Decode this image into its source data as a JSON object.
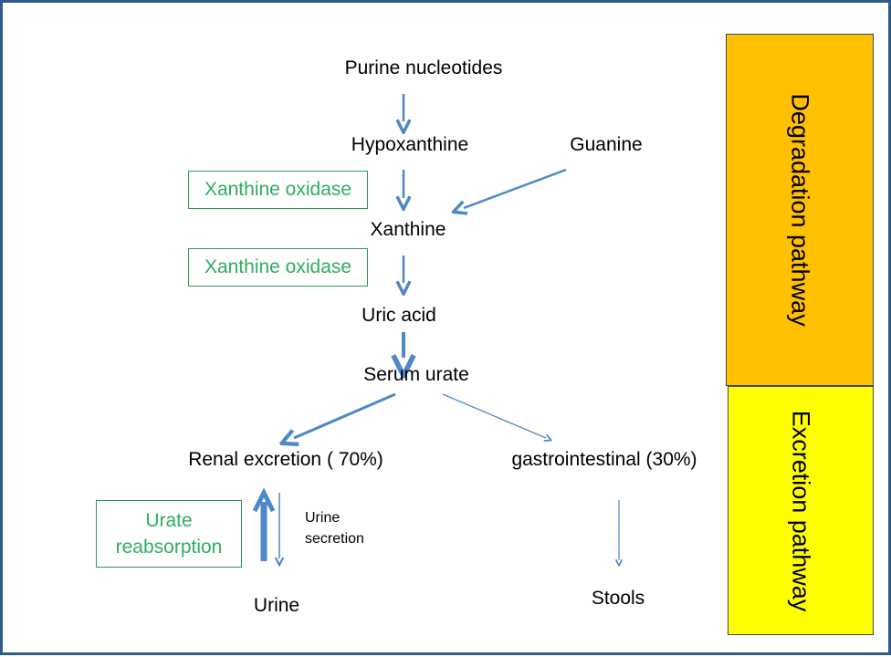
{
  "nodes": {
    "purine_nucleotides": "Purine nucleotides",
    "hypoxanthine": "Hypoxanthine",
    "guanine": "Guanine",
    "xanthine": "Xanthine",
    "uric_acid": "Uric acid",
    "serum_urate": "Serum urate",
    "renal_excretion": "Renal excretion ( 70%)",
    "gastrointestinal": "gastrointestinal  (30%)",
    "urine": "Urine",
    "stools": "Stools"
  },
  "enzymes": {
    "xanthine_oxidase_1": "Xanthine oxidase",
    "xanthine_oxidase_2": "Xanthine oxidase",
    "urate_reabsorption_line1": "Urate",
    "urate_reabsorption_line2": "reabsorption"
  },
  "annotations": {
    "urine_secretion_line1": "Urine",
    "urine_secretion_line2": "secretion"
  },
  "side_panels": {
    "degradation": "Degradation pathway",
    "excretion": "Excretion pathway"
  },
  "colors": {
    "arrow": "#4f88c6",
    "enzyme_text": "#2eae5e",
    "degradation_fill": "#ffc000",
    "excretion_fill": "#ffff00",
    "frame": "#2e5a87"
  }
}
